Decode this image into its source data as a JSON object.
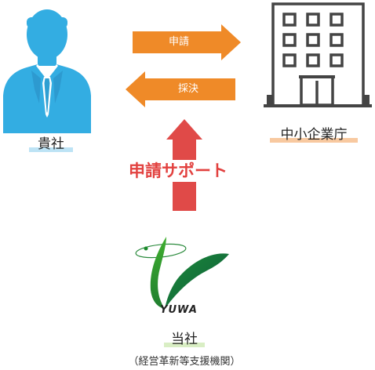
{
  "client": {
    "label": "貴社",
    "underline_color": "#bde3f5",
    "icon": "businessman-icon",
    "color": "#33ade2"
  },
  "agency": {
    "label": "中小企業庁",
    "underline_color": "#f8c9a0",
    "icon": "office-building-icon",
    "color": "#444444"
  },
  "us": {
    "label": "当社",
    "sub_label": "（経営革新等支援機関）",
    "underline_color": "#d9eec4",
    "logo_text": "YUWA"
  },
  "arrows": {
    "apply": {
      "label": "申請",
      "color": "#ef8a28"
    },
    "approve": {
      "label": "採決",
      "color": "#ef8a28"
    },
    "support": {
      "label": "申請サポート",
      "color": "#e04a48"
    }
  }
}
